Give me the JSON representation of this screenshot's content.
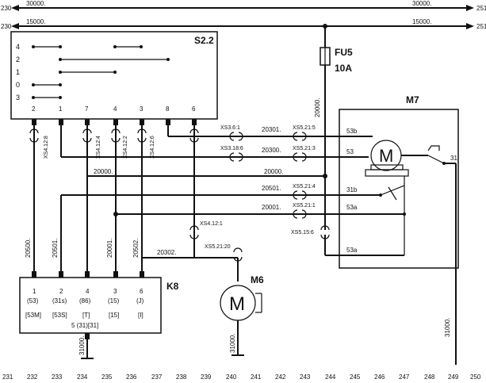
{
  "rails": {
    "top_left_id": "230",
    "top_right_id": "251",
    "top_wire": "30000.",
    "top_wire_right": "30000.",
    "second_left_id": "230",
    "second_right_id": "251",
    "second_wire": "15000.",
    "second_wire_right": "15000."
  },
  "switch_s22": {
    "label": "S2.2",
    "positions": [
      "4",
      "2",
      "1",
      "0",
      "3"
    ],
    "terminals": [
      "2",
      "1",
      "7",
      "4",
      "3",
      "8",
      "6"
    ]
  },
  "fuse": {
    "name": "FU5",
    "rating": "10A",
    "wire": "20000."
  },
  "connectors": {
    "xs412_8": "XS4.12:8",
    "xs412_4": "XS4.12:4",
    "xs412_2": "XS4.12:2",
    "xs412_6": "XS4.12:6",
    "xs36_1": "XS3.6:1",
    "xs318_6": "XS3.18:6",
    "xs521_5": "XS5.21:5",
    "xs521_3": "XS5.21:3",
    "xs521_4": "XS5.21:4",
    "xs521_1": "XS5.21:1",
    "xs412_1": "XS4.12:1",
    "xs521_20": "XS5.21:20",
    "xs515_6": "XS5.15:6"
  },
  "wires": {
    "w20301": "20301.",
    "w20300": "20300.",
    "w20000a": "20000.",
    "w20000b": "20000.",
    "w20501": "20501.",
    "w20001": "20001.",
    "w20302": "20302.",
    "w20500": "20500.",
    "w20501v": "20501.",
    "w20001v": "20001.",
    "w20502": "20502.",
    "w31000a": "31000.",
    "w31000b": "31000.",
    "w31000c": "31000."
  },
  "motor_m7": {
    "label": "M7",
    "terms": {
      "t53b": "53b",
      "t53": "53",
      "t31b": "31b",
      "t53a": "53a",
      "t53a2": "53a",
      "t31": "31"
    }
  },
  "motor_m6": {
    "label": "M6",
    "symbol": "M"
  },
  "relay_k8": {
    "label": "K8",
    "pins": [
      {
        "num": "1",
        "func": "(53)",
        "alt": "[53M]"
      },
      {
        "num": "2",
        "func": "(31s)",
        "alt": "[53S]"
      },
      {
        "num": "4",
        "func": "(86)",
        "alt": "[T]"
      },
      {
        "num": "3",
        "func": "(15)",
        "alt": "[15]"
      },
      {
        "num": "6",
        "func": "(J)",
        "alt": "[I]"
      }
    ],
    "ground_pin": "5 (31)[31]"
  },
  "scale": [
    "231",
    "232",
    "233",
    "234",
    "235",
    "236",
    "237",
    "238",
    "239",
    "240",
    "241",
    "242",
    "243",
    "244",
    "245",
    "246",
    "247",
    "248",
    "249",
    "250"
  ]
}
